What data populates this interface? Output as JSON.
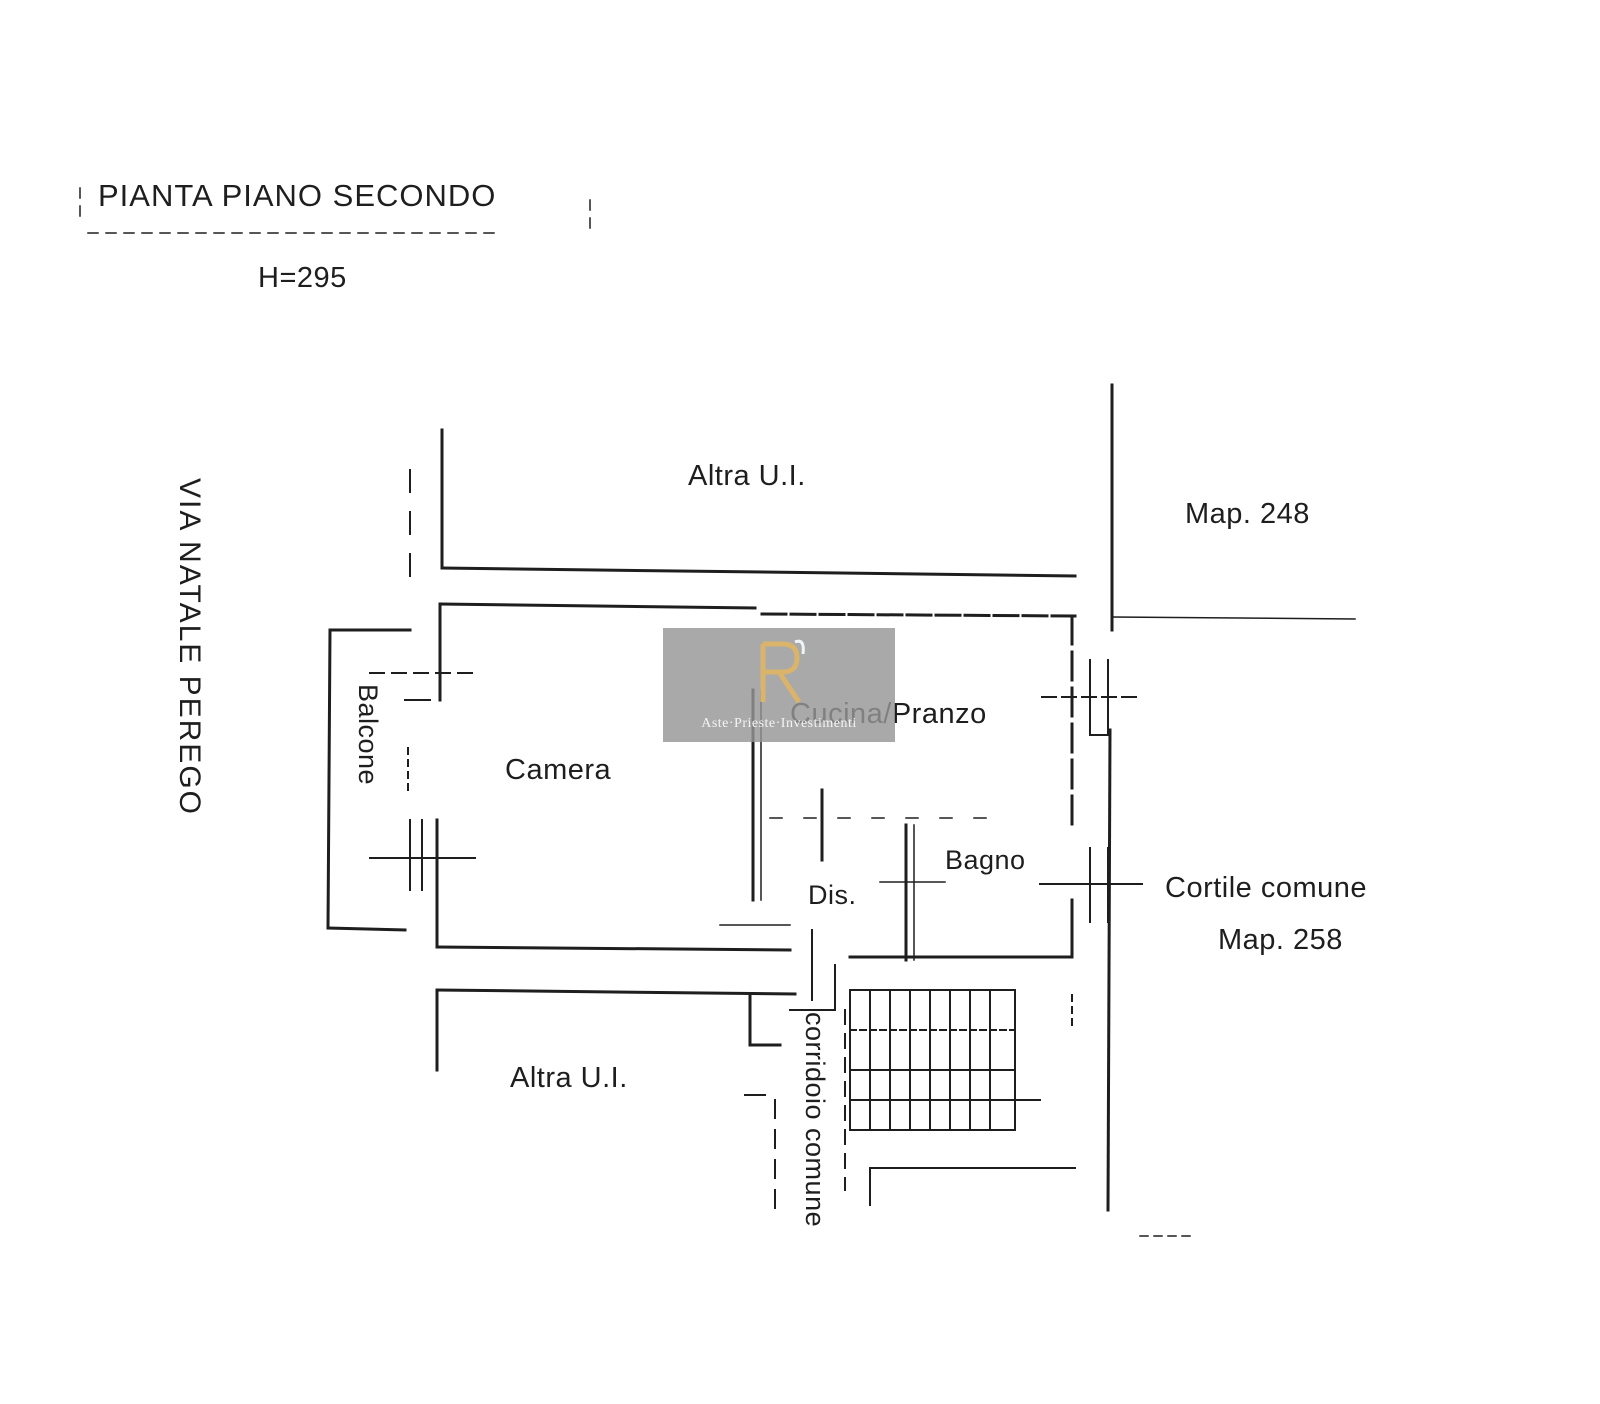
{
  "title": "PIANTA PIANO SECONDO",
  "height_label": "H=295",
  "street": "VIA NATALE PEREGO",
  "rooms": {
    "altra_top": "Altra U.I.",
    "map_248": "Map. 248",
    "camera": "Camera",
    "cucina": "Cucina/Pranzo",
    "balcone": "Balcone",
    "bagno": "Bagno",
    "dis": "Dis.",
    "cortile": "Cortile comune",
    "map_258": "Map. 258",
    "altra_bottom": "Altra U.I.",
    "corridoio": "corridoio comune"
  },
  "watermark": {
    "text": "Aste·Prieste·Investimenti",
    "logo_color": "#d9b46a"
  },
  "colors": {
    "ink": "#1e1e1e",
    "watermark_bg": "#969696"
  }
}
